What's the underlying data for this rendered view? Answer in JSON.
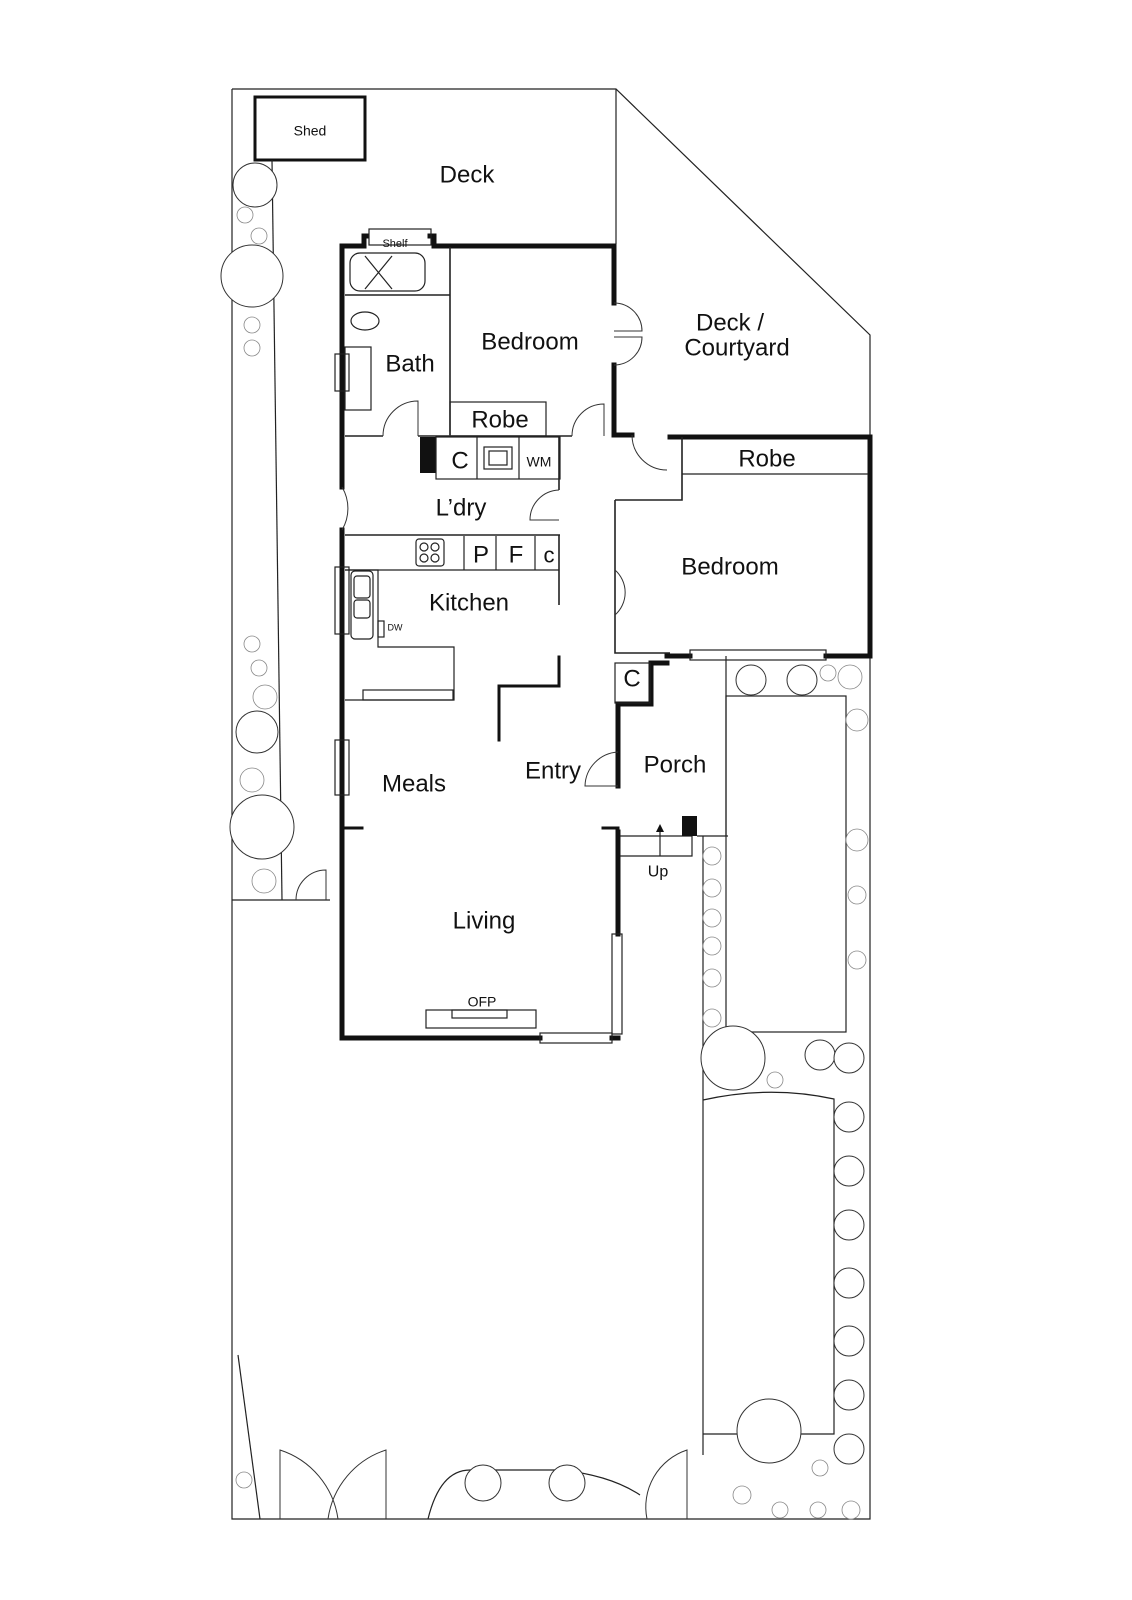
{
  "plan": {
    "rooms": {
      "shed": "Shed",
      "deck": "Deck",
      "shelf": "Shelf",
      "bath": "Bath",
      "bedroom_1": "Bedroom",
      "robe_1": "Robe",
      "deck_courtyard_line1": "Deck /",
      "deck_courtyard_line2": "Courtyard",
      "robe_2": "Robe",
      "laundry": "L’dry",
      "cupboard_laundry": "C",
      "washing_machine": "WM",
      "bedroom_2": "Bedroom",
      "kitchen": "Kitchen",
      "pantry": "P",
      "fridge": "F",
      "cupboard_kitchen": "c",
      "dishwasher": "DW",
      "cupboard_entry": "C",
      "entry": "Entry",
      "porch": "Porch",
      "meals": "Meals",
      "up": "Up",
      "living": "Living",
      "fireplace": "OFP"
    },
    "colors": {
      "wall": "#111111",
      "line": "#222222",
      "background": "#ffffff",
      "shrub": "#888888"
    }
  }
}
